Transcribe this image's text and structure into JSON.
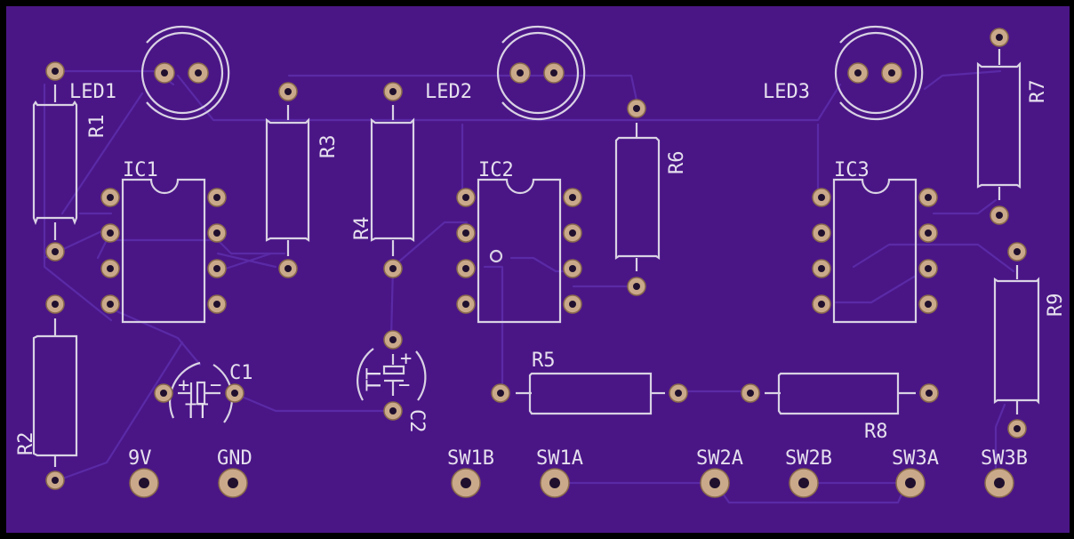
{
  "colors": {
    "board": "#4a1686",
    "edge": "#000000",
    "silkscreen": "#d9d2e4",
    "copper_trace": "#5a2aa6",
    "pad": "#c9a98a",
    "drill": "#20102e"
  },
  "components": {
    "led1": "LED1",
    "led2": "LED2",
    "led3": "LED3",
    "r1": "R1",
    "r2": "R2",
    "r3": "R3",
    "r4": "R4",
    "r5": "R5",
    "r6": "R6",
    "r7": "R7",
    "r8": "R8",
    "r9": "R9",
    "ic1": "IC1",
    "ic2": "IC2",
    "ic3": "IC3",
    "c1": "C1",
    "c2": "C2"
  },
  "capacitor_marks": {
    "c1_plus": "+",
    "c1_minus": "−",
    "c1_polarity": "TT",
    "c2_plus": "+",
    "c2_minus": "−",
    "c2_polarity": "TT"
  },
  "connectors": {
    "v9": "9V",
    "gnd": "GND",
    "sw1b": "SW1B",
    "sw1a": "SW1A",
    "sw2a": "SW2A",
    "sw2b": "SW2B",
    "sw3a": "SW3A",
    "sw3b": "SW3B"
  }
}
